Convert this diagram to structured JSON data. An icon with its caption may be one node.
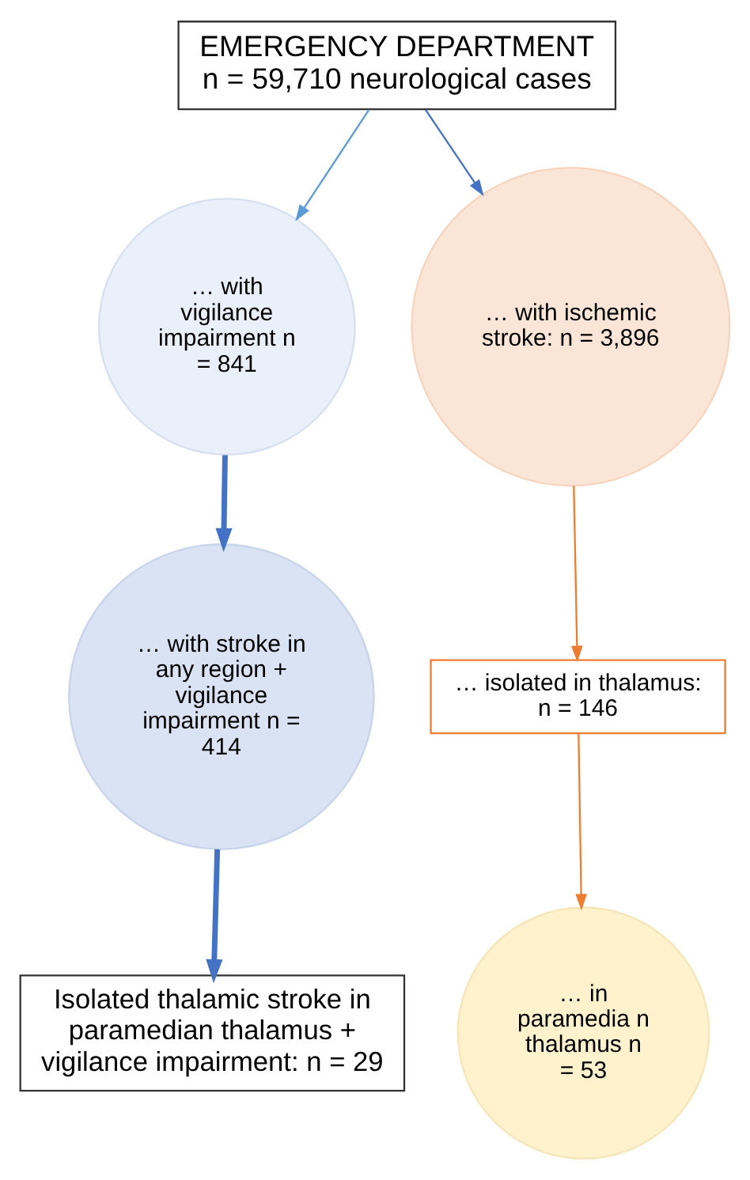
{
  "diagram": {
    "nodes": [
      {
        "text": [
          "EMERGENCY DEPARTMENT",
          "n = 59,710 neurological cases"
        ]
      },
      {
        "text": [
          "… with vigilance impairment n = 841"
        ]
      },
      {
        "text": [
          "… with ischemic stroke: n = 3,896"
        ]
      },
      {
        "text": [
          "… isolated in thalamus: n = 146"
        ]
      },
      {
        "text": [
          "… with stroke in any region + vigilance impairment n = 414"
        ]
      },
      {
        "text": [
          "… in paramedia n thalamus n = 53"
        ]
      },
      {
        "text": [
          "Isolated thalamic stroke in paramedian thalamus + vigilance impairment: n = 29"
        ]
      }
    ],
    "edges": [
      {
        "from": 0,
        "to": 1,
        "arrow": "to",
        "color": "#5b9bd5"
      },
      {
        "from": 0,
        "to": 2,
        "arrow": "to"
      },
      {
        "from": 1,
        "to": 4,
        "arrow": "to",
        "style": "thick"
      },
      {
        "from": 2,
        "to": 3,
        "arrow": "to",
        "color": "#ed7d31"
      },
      {
        "from": 3,
        "to": 5,
        "arrow": "to",
        "color": "#ed7d31"
      },
      {
        "from": 4,
        "to": 6,
        "arrow": "to",
        "style": "thick"
      }
    ]
  }
}
